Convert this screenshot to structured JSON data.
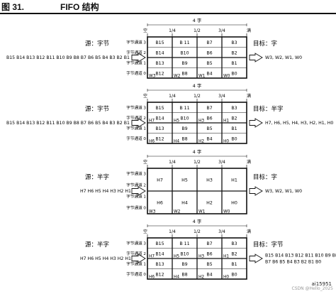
{
  "figure": {
    "number": "图 31.",
    "title": "FIFO 结构",
    "ref_id": "ai15951",
    "watermark": "CSDN @Hello_2025"
  },
  "scale": {
    "width_label": "4 字",
    "empty": "空",
    "q1": "1/4",
    "q2": "1/2",
    "q3": "3/4",
    "full": "满"
  },
  "panels": [
    {
      "source": "源：字节",
      "target": "目标：字",
      "input": "B15 B14 B13 B12 B11 B10 B9 B8 B7 B6 B5 B4 B3 B2 B1 B0",
      "output": [
        "W3, W2, W1, W0"
      ],
      "channels": [
        "字节通道 3",
        "字节通道 2",
        "字节通道 1",
        "字节通道 0"
      ],
      "cells": [
        [
          {
            "t": "B15"
          },
          {
            "t": "B 11"
          },
          {
            "t": "B7"
          },
          {
            "t": "B3"
          }
        ],
        [
          {
            "t": "B14"
          },
          {
            "t": "B10"
          },
          {
            "t": "B6"
          },
          {
            "t": "B2"
          }
        ],
        [
          {
            "t": "B13"
          },
          {
            "t": "B9"
          },
          {
            "t": "B5"
          },
          {
            "t": "B1"
          }
        ],
        [
          {
            "t": "B12",
            "c": "W3"
          },
          {
            "t": "B8",
            "c": "W2"
          },
          {
            "t": "B4",
            "c": "W1"
          },
          {
            "t": "B0",
            "c": "W0"
          }
        ]
      ]
    },
    {
      "source": "源：字节",
      "target": "目标：半字",
      "input": "B15 B14 B13 B12 B11 B10 B9 B8 B7 B6 B5 B4 B3 B2 B1 B0",
      "output": [
        "H7, H6, H5, H4, H3, H2, H1, H0"
      ],
      "channels": [
        "字节通道 3",
        "字节通道 2",
        "字节通道 1",
        "字节通道 0"
      ],
      "cells": [
        [
          {
            "t": "B15"
          },
          {
            "t": "B 11"
          },
          {
            "t": "B7"
          },
          {
            "t": "B3"
          }
        ],
        [
          {
            "t": "B14",
            "c": "H7"
          },
          {
            "t": "B10",
            "c": "H5"
          },
          {
            "t": "B6",
            "c": "H3"
          },
          {
            "t": "B2",
            "c": "H1"
          }
        ],
        [
          {
            "t": "B13"
          },
          {
            "t": "B9"
          },
          {
            "t": "B5"
          },
          {
            "t": "B1"
          }
        ],
        [
          {
            "t": "B12",
            "c": "H6"
          },
          {
            "t": "B8",
            "c": "H4"
          },
          {
            "t": "B4",
            "c": "H2"
          },
          {
            "t": "B0",
            "c": "H0"
          }
        ]
      ]
    },
    {
      "source": "源：半字",
      "target": "目标：字",
      "input": "H7 H6 H5 H4 H3 H2 H1 H0",
      "output": [
        "W3, W2, W1, W0"
      ],
      "channels": [
        "字节通道 3",
        "字节通道 2",
        "字节通道 1",
        "字节通道 0"
      ],
      "cells": [
        [
          {
            "t": "H7"
          },
          {
            "t": "H5"
          },
          {
            "t": "H3"
          },
          {
            "t": "H1"
          }
        ],
        [
          {
            "t": "H6",
            "c": "W3"
          },
          {
            "t": "H4",
            "c": "W2"
          },
          {
            "t": "H2",
            "c": "W1"
          },
          {
            "t": "H0",
            "c": "W0"
          }
        ]
      ]
    },
    {
      "source": "源：半字",
      "target": "目标：字节",
      "input": "H7 H6 H5 H4 H3 H2 H1 H0",
      "output": [
        "B15 B14 B13 B12 B11 B10 B9 B8",
        "B7 B6 B5 B4 B3 B2 B1 B0"
      ],
      "channels": [
        "字节通道 3",
        "字节通道 2",
        "字节通道 1",
        "字节通道 0"
      ],
      "cells": [
        [
          {
            "t": "B15"
          },
          {
            "t": "B 11"
          },
          {
            "t": "B7"
          },
          {
            "t": "B3"
          }
        ],
        [
          {
            "t": "B14",
            "c": "H7"
          },
          {
            "t": "B10",
            "c": "H5"
          },
          {
            "t": "B6",
            "c": "H3"
          },
          {
            "t": "B2",
            "c": "H1"
          }
        ],
        [
          {
            "t": "B13"
          },
          {
            "t": "B9"
          },
          {
            "t": "B5"
          },
          {
            "t": "B1"
          }
        ],
        [
          {
            "t": "B12",
            "c": "H6"
          },
          {
            "t": "B8",
            "c": "H4"
          },
          {
            "t": "B4",
            "c": "H2"
          },
          {
            "t": "B0",
            "c": "H0"
          }
        ]
      ]
    }
  ]
}
